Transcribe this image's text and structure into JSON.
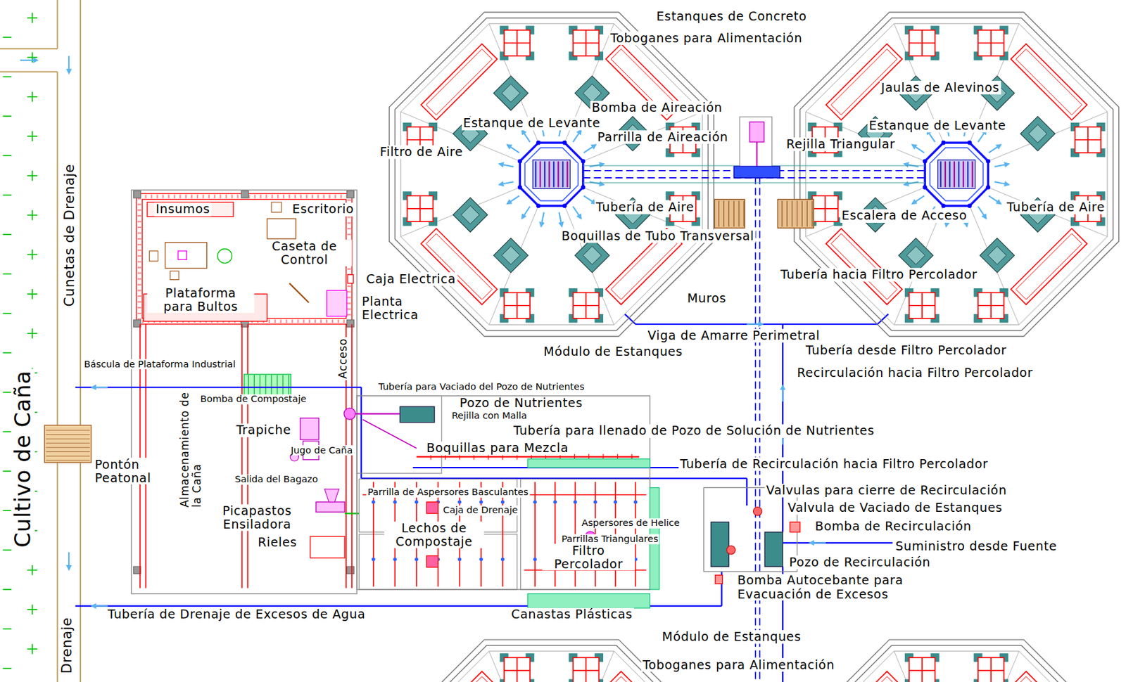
{
  "diagram": {
    "labels": [
      "Estanques de Concreto",
      "Toboganes para Alimentación",
      "Jaulas de Alevinos",
      "Bomba de Aireación",
      "Estanque de Levante",
      "Estanque de Levante",
      "Parrilla de Aireación",
      "Rejilla Triangular",
      "Filtro de Aire",
      "Tubería de Aire",
      "Tubería de Aire",
      "Escalera de Acceso",
      "Boquillas de Tubo Transversal",
      "Tubería hacia Filtro Percolador",
      "Muros",
      "Viga de Amarre Perimetral",
      "Módulo de Estanques",
      "Tubería desde Filtro Percolador",
      "Recirculación hacia Filtro Percolador",
      "Insumos",
      "Escritorio",
      "Caseta de Control",
      "Caja Electrica",
      "Plataforma para Bultos",
      "Planta Electrica",
      "Cunetas de Drenaje",
      "Cultivo de Caña",
      "Báscula de Plataforma Industrial",
      "Acceso",
      "Tubería para Vaciado del Pozo de Nutrientes",
      "Bomba de Compostaje",
      "Pozo de Nutrientes",
      "Rejilla con Malla",
      "Almacenamiento de la Caña",
      "Trapiche",
      "Tubería para llenado de Pozo de Solución de Nutrientes",
      "Boquillas para Mezcla",
      "Jugo de Caña",
      "Pontón Peatonal",
      "Tubería de Recirculación hacia Filtro Percolador",
      "Salida del Bagazo",
      "Parrilla de Aspersores Basculantes",
      "Valvulas para cierre de Recirculación",
      "Picapastos Ensiladora",
      "Caja de Drenaje",
      "Lechos de Compostaje",
      "Valvula de Vaciado de Estanques",
      "Aspersores de Helice",
      "Bomba de Recirculación",
      "Parrillas Triangulares",
      "Rieles",
      "Filtro Percolador",
      "Suministro desde Fuente",
      "Pozo de Recirculación",
      "Bomba Autocebante para Evacuación de Excesos",
      "Tubería de Drenaje de Excesos de Agua",
      "Canastas Plásticas",
      "Drenaje",
      "Módulo de Estanques",
      "Toboganes para Alimentación"
    ]
  }
}
